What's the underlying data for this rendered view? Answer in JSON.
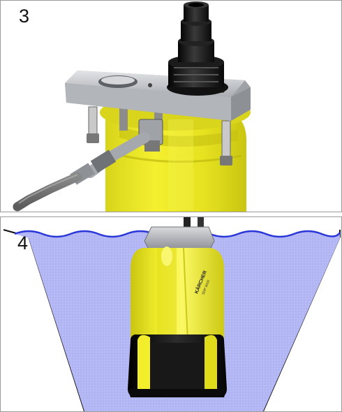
{
  "steps": [
    {
      "number": "3",
      "illustration": "pump-with-hose-adapter-icon"
    },
    {
      "number": "4",
      "illustration": "pump-submerged-in-water-icon"
    }
  ],
  "pump": {
    "brand_label": "KÄRCHER",
    "model_label": "SDP 9000"
  },
  "colors": {
    "pump_yellow": "#ece825",
    "pump_black": "#141414",
    "water_fill": "#b1b5f4",
    "water_line": "#2a36d8",
    "bracket_silver": "#b8bbc0",
    "panel_border": "#9a9a9a"
  }
}
